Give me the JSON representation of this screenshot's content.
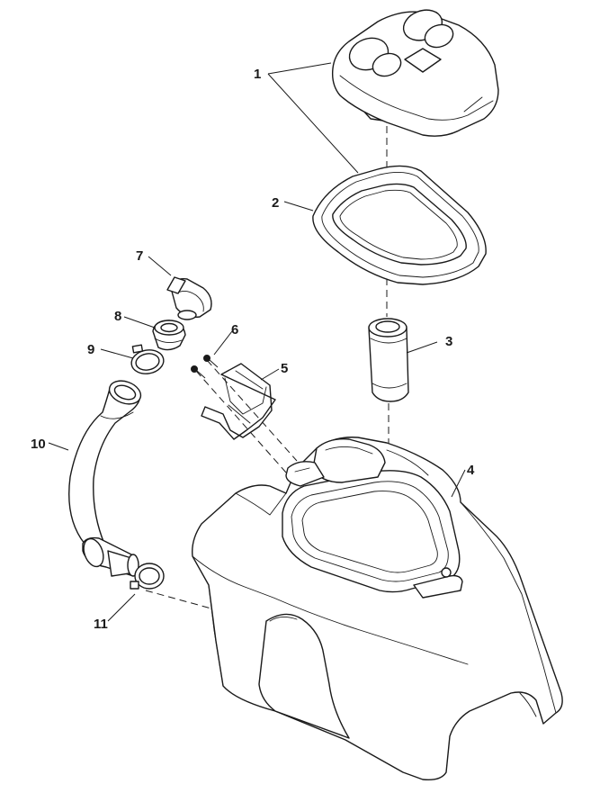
{
  "callouts": [
    {
      "id": "1",
      "label": "1"
    },
    {
      "id": "2",
      "label": "2"
    },
    {
      "id": "3",
      "label": "3"
    },
    {
      "id": "4",
      "label": "4"
    },
    {
      "id": "5",
      "label": "5"
    },
    {
      "id": "6",
      "label": "6"
    },
    {
      "id": "7",
      "label": "7"
    },
    {
      "id": "8",
      "label": "8"
    },
    {
      "id": "9",
      "label": "9"
    },
    {
      "id": "10",
      "label": "10"
    },
    {
      "id": "11",
      "label": "11"
    }
  ],
  "colors": {
    "line": "#1a1a1a",
    "background": "#ffffff"
  }
}
